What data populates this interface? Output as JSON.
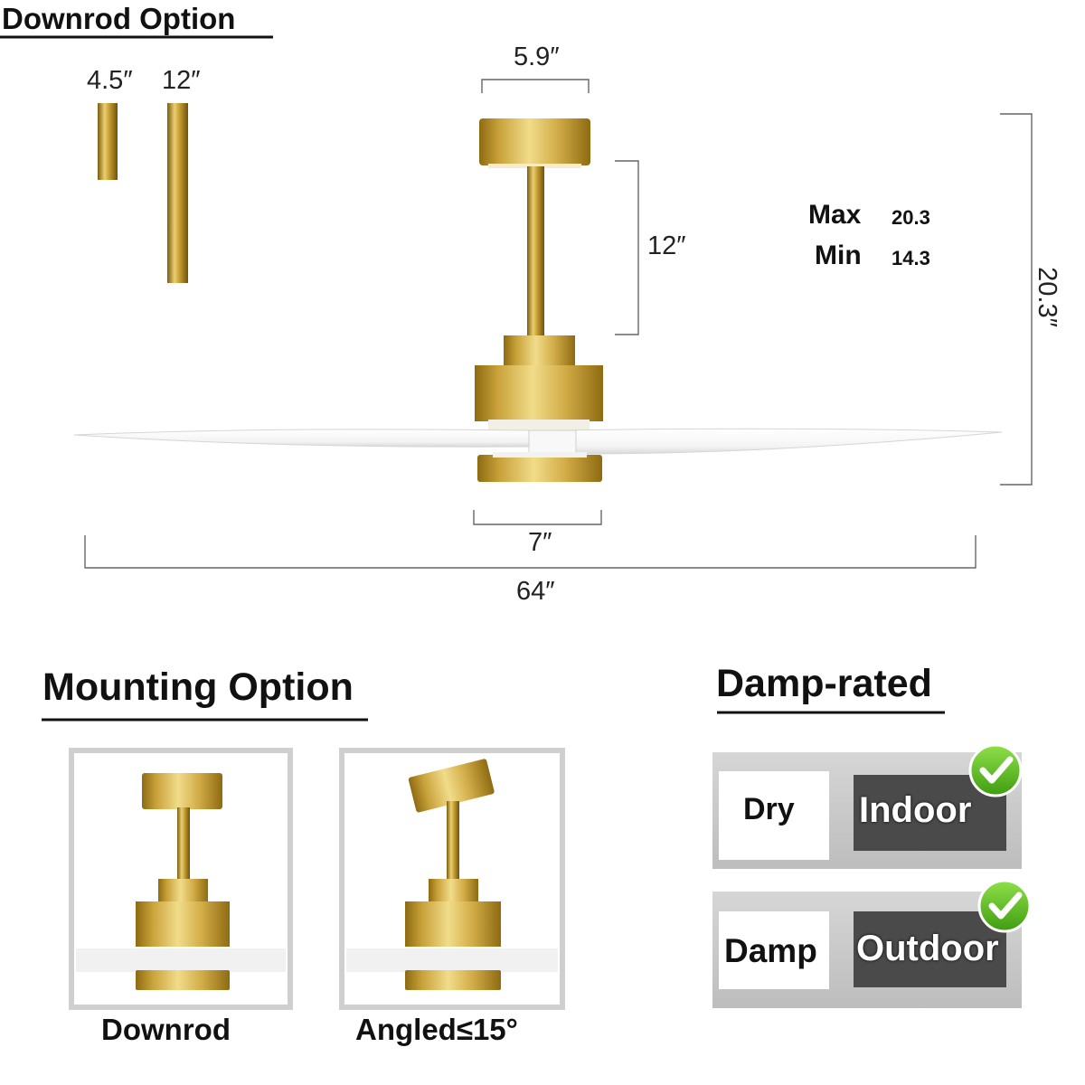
{
  "downrod_section": {
    "title": "Downrod  Option",
    "rods": [
      {
        "label": "4.5″"
      },
      {
        "label": "12″"
      }
    ]
  },
  "fan": {
    "canopy_width": "5.9″",
    "downrod_length": "12″",
    "motor_width": "7″",
    "span": "64″",
    "height": "20.3″",
    "height_table": [
      {
        "label": "Max",
        "value": "20.3"
      },
      {
        "label": "Min",
        "value": "14.3"
      }
    ]
  },
  "mounting": {
    "title": "Mounting Option",
    "options": [
      {
        "label": "Downrod"
      },
      {
        "label": "Angled≤15°"
      }
    ]
  },
  "damp_rating": {
    "title": "Damp-rated",
    "rows": [
      {
        "left": "Dry",
        "right": "Indoor",
        "checked": true
      },
      {
        "left": "Damp",
        "right": "Outdoor",
        "checked": true
      }
    ]
  },
  "colors": {
    "gold": "#c9a23a",
    "gold_light": "#f1dc8a",
    "gold_dark": "#8e6b12",
    "blade": "#ffffff",
    "panel_gray": "#c8c8c8",
    "dark_box": "#4a4a4a",
    "check_green": "#5cc21e"
  }
}
